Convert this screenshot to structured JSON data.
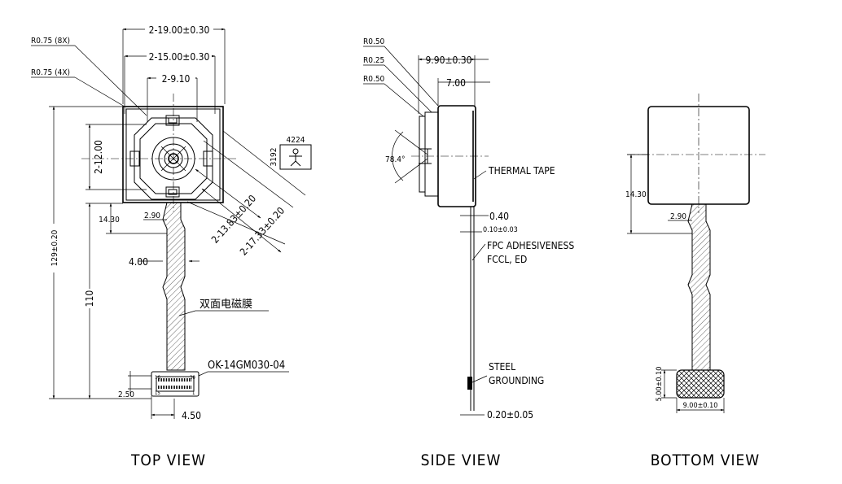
{
  "top_view": {
    "title": "TOP VIEW",
    "radius_8x": "R0.75 (8X)",
    "radius_4x": "R0.75 (4X)",
    "dim_width_outer": "2-19.00±0.30",
    "dim_width_inner": "2-15.00±0.30",
    "dim_width_lens": "2-9.10",
    "dim_height_12": "2-12.00",
    "dim_14_30": "14.30",
    "dim_2_90": "2.90",
    "dim_diag_13": "2-13.83±0.20",
    "dim_diag_17": "2-17.33±0.20",
    "dim_4_00": "4.00",
    "dim_total": "129±0.20",
    "dim_110": "110",
    "film_label": "双面电磁膜",
    "connector_part": "OK-14GM030-04",
    "pin_16": "16",
    "pin_30": "30",
    "pin_15": "15",
    "pin_1": "1",
    "dim_2_50": "2.50",
    "dim_4_50": "4.50",
    "stamp_top": "4224",
    "stamp_side": "3192"
  },
  "side_view": {
    "title": "SIDE VIEW",
    "r050_a": "R0.50",
    "r025": "R0.25",
    "r050_b": "R0.50",
    "dim_9_90": "9.90±0.30",
    "dim_7_00": "7.00",
    "angle": "78.4°",
    "thermal_tape": "THERMAL TAPE",
    "dim_0_40": "0.40",
    "dim_0_10": "0.10±0.03",
    "fpc_line1": "FPC ADHESIVENESS",
    "fpc_line2": "FCCL, ED",
    "steel_line1": "STEEL",
    "steel_line2": "GROUNDING",
    "dim_0_20": "0.20±0.05"
  },
  "bottom_view": {
    "title": "BOTTOM VIEW",
    "dim_14_30": "14.30",
    "dim_2_90": "2.90",
    "dim_5_00": "5.00±0.10",
    "dim_9_00": "9.00±0.10"
  }
}
